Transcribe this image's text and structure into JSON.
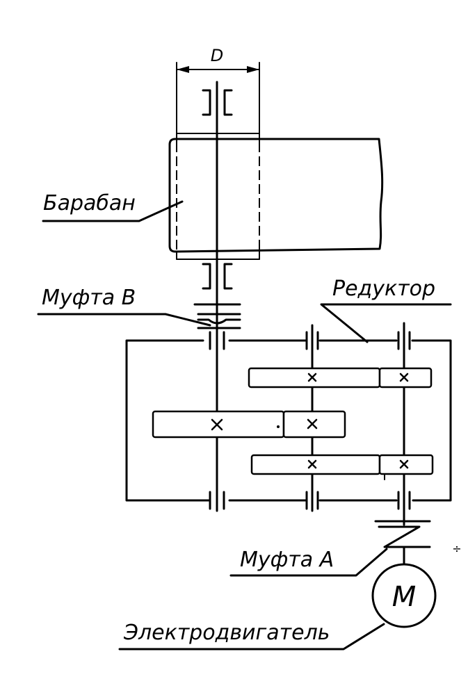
{
  "labels": {
    "dimension": "D",
    "drum": "Барабан",
    "coupling_b": "Муфта В",
    "reducer": "Редуктор",
    "coupling_a": "Муфта А",
    "motor_symbol": "M",
    "motor": "Электродвигатель"
  },
  "stray_marks": {
    "plus_minus": "÷"
  }
}
